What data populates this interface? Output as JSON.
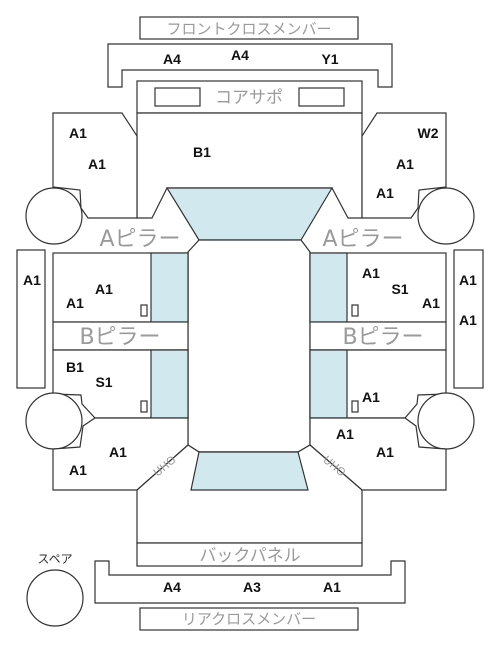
{
  "labels": {
    "front_cross_member": "フロントクロスメンバー",
    "core_support": "コアサポ",
    "a_pillar": "Aピラー",
    "b_pillar": "Bピラー",
    "back_panel": "バックパネル",
    "rear_cross_member": "リアクロスメンバー",
    "spare": "スペア",
    "side_tag": "UHO"
  },
  "codes": {
    "front_member": [
      "A4",
      "A4",
      "Y1"
    ],
    "front_left": [
      "A1",
      "A1"
    ],
    "front_center": "B1",
    "front_right": [
      "W2",
      "A1",
      "A1"
    ],
    "left_outer": "A1",
    "right_outer": [
      "A1",
      "A1"
    ],
    "front_left_door": [
      "A1",
      "A1"
    ],
    "front_right_door": [
      "A1",
      "S1",
      "A1"
    ],
    "rear_left_door": [
      "B1",
      "S1"
    ],
    "rear_right_door": "A1",
    "rear_left": [
      "A1",
      "A1"
    ],
    "rear_right": [
      "A1",
      "A1"
    ],
    "rear_member": [
      "A4",
      "A3",
      "A1"
    ]
  }
}
